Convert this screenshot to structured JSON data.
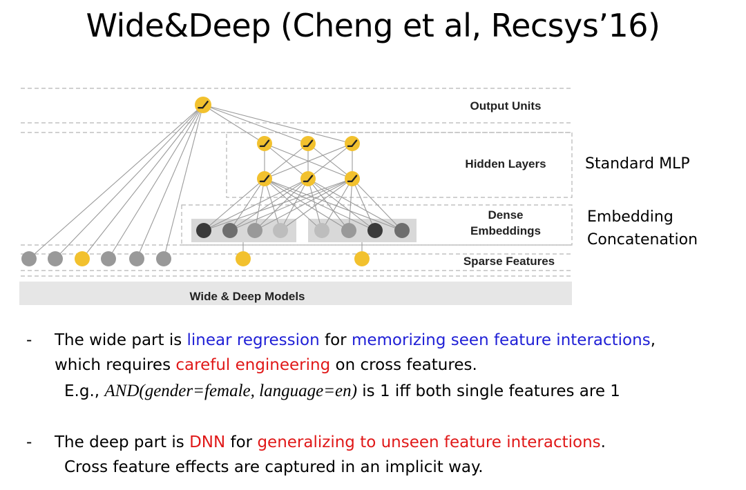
{
  "title": "Wide&Deep (Cheng et al, Recsys’16)",
  "diagram": {
    "layer_labels": {
      "output": "Output Units",
      "hidden": "Hidden Layers",
      "dense_line1": "Dense",
      "dense_line2": "Embeddings",
      "sparse": "Sparse Features"
    },
    "footer": "Wide & Deep Models",
    "node_colors": {
      "yellow": "#f2c12e",
      "gray": "#999999",
      "dark": "#3a3a3a",
      "mid": "#6e6e6e",
      "light": "#bdbdbd"
    }
  },
  "side_labels": {
    "mlp": "Standard MLP",
    "embedding_line1": "Embedding",
    "embedding_line2": "Concatenation"
  },
  "bullets": {
    "dash": "-",
    "b1": {
      "t1": "The wide part is ",
      "t2": "linear regression",
      "t3": " for ",
      "t4": "memorizing seen feature interactions",
      "t5": ",",
      "line2a": "which requires ",
      "line2b": "careful engineering",
      "line2c": " on cross features.",
      "line3a": "E.g., ",
      "line3math": "AND(gender=female, language=en)",
      "line3b": " is 1 iff both single features are 1"
    },
    "b2": {
      "t1": "The deep part is ",
      "t2": "DNN",
      "t3": " for ",
      "t4": "generalizing to unseen feature interactions",
      "t5": ".",
      "line2": "Cross feature effects are captured in an implicit way."
    }
  }
}
